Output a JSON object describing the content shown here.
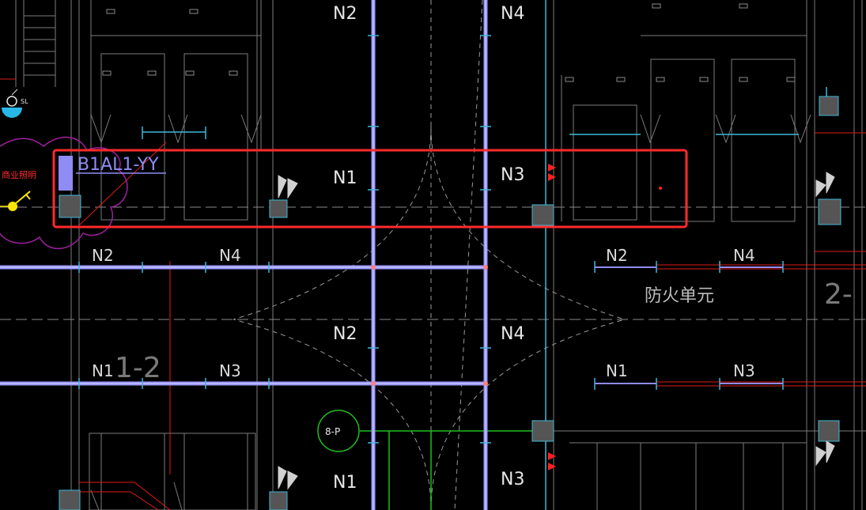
{
  "labels": {
    "circuit_tag": "B1AL1-YY",
    "fire_compartment": "防火单元",
    "zone_left": "1-2",
    "zone_right": "2-",
    "bubble": "8-P",
    "sl_tag": "SL",
    "red_note": "商业照明",
    "n1": "N1",
    "n2": "N2",
    "n3": "N3",
    "n4": "N4"
  },
  "colors": {
    "background": "#000000",
    "busway": "#9a96ff",
    "highlight_box": "#ff2b2b",
    "grid": "#8a8a8a",
    "cyan": "#3fb7d9",
    "green": "#1fbf1f",
    "magenta": "#a020a0",
    "red": "#ff2020",
    "yellow": "#ffe600"
  },
  "icons": [
    "emergency-light-icon",
    "junction-box-icon",
    "socket-icon",
    "switch-icon"
  ]
}
